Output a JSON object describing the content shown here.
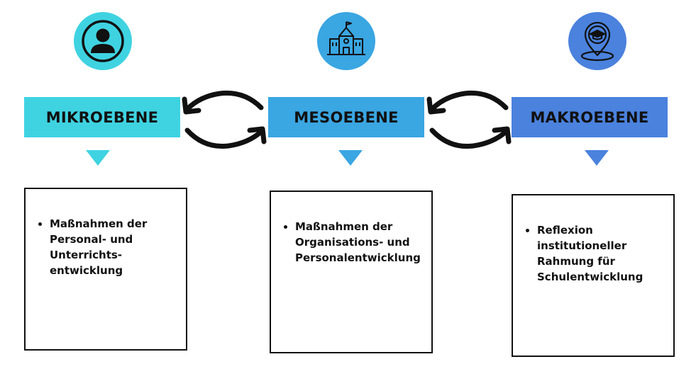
{
  "levels": [
    {
      "title": "MIKROEBENE",
      "icon": "person-icon",
      "color": "#3fd3e2",
      "bullet": "Maßnahmen der\nPersonal- und\nUnterrichts-\nentwicklung"
    },
    {
      "title": "MESOEBENE",
      "icon": "school-building-icon",
      "color": "#3aa6e2",
      "bullet": "Maßnahmen der\nOrganisations- und\nPersonalentwicklung"
    },
    {
      "title": "MAKROEBENE",
      "icon": "graduation-cap-location-icon",
      "color": "#4a82dd",
      "bullet": "Reflexion\ninstitutioneller\nRahmung für\nSchulentwicklung"
    }
  ],
  "connectors": [
    {
      "icon": "bidirectional-cycle-arrows-icon",
      "between": [
        "MIKROEBENE",
        "MESOEBENE"
      ]
    },
    {
      "icon": "bidirectional-cycle-arrows-icon",
      "between": [
        "MESOEBENE",
        "MAKROEBENE"
      ]
    }
  ]
}
